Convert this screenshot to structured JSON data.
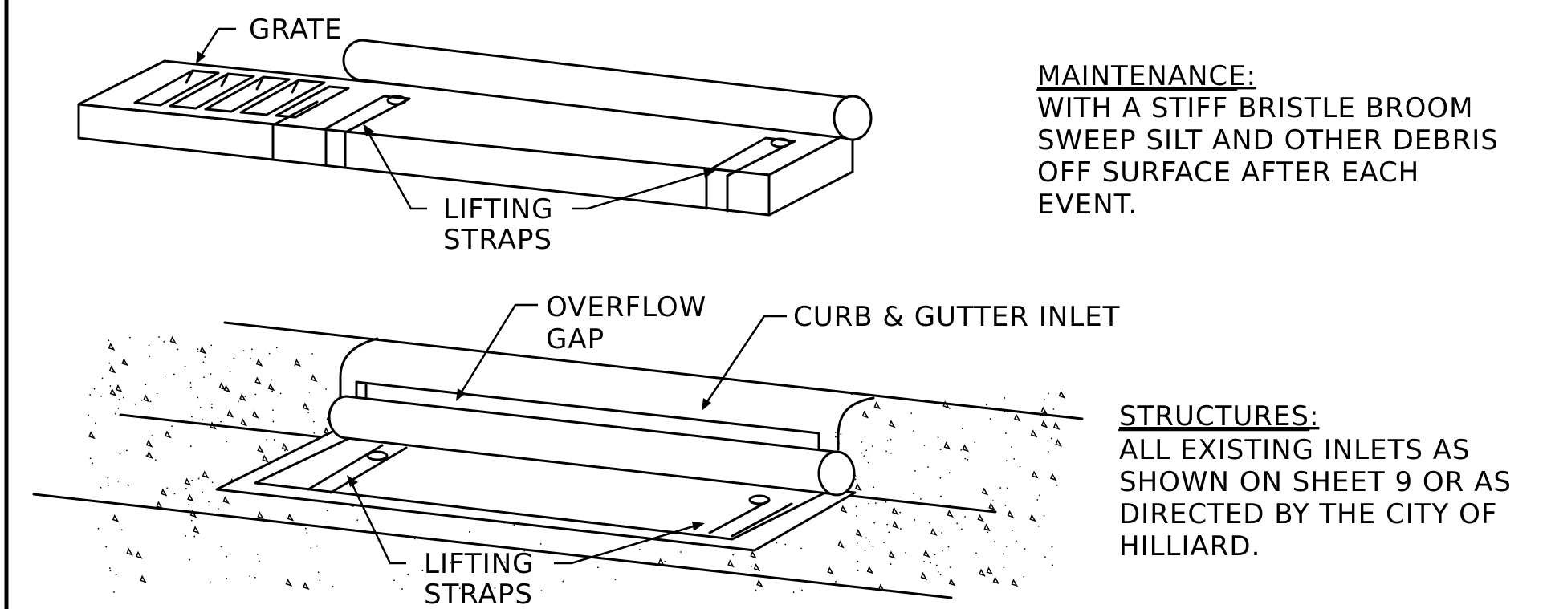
{
  "top_detail": {
    "grate_label": "GRATE",
    "lifting_label_line1": "LIFTING",
    "lifting_label_line2": "STRAPS"
  },
  "bottom_detail": {
    "overflow_label_line1": "OVERFLOW",
    "overflow_label_line2": "GAP",
    "curb_label": "CURB & GUTTER INLET",
    "lifting_label_line1": "LIFTING",
    "lifting_label_line2": "STRAPS"
  },
  "maintenance_note": {
    "title": "MAINTENANCE:",
    "lines": [
      "WITH A STIFF BRISTLE BROOM",
      "SWEEP SILT AND OTHER DEBRIS",
      "OFF SURFACE AFTER EACH",
      "EVENT."
    ]
  },
  "structures_note": {
    "title": "STRUCTURES:",
    "lines": [
      "ALL EXISTING INLETS AS",
      "SHOWN ON SHEET 9 OR AS",
      "DIRECTED BY THE CITY OF",
      "HILLIARD."
    ]
  }
}
